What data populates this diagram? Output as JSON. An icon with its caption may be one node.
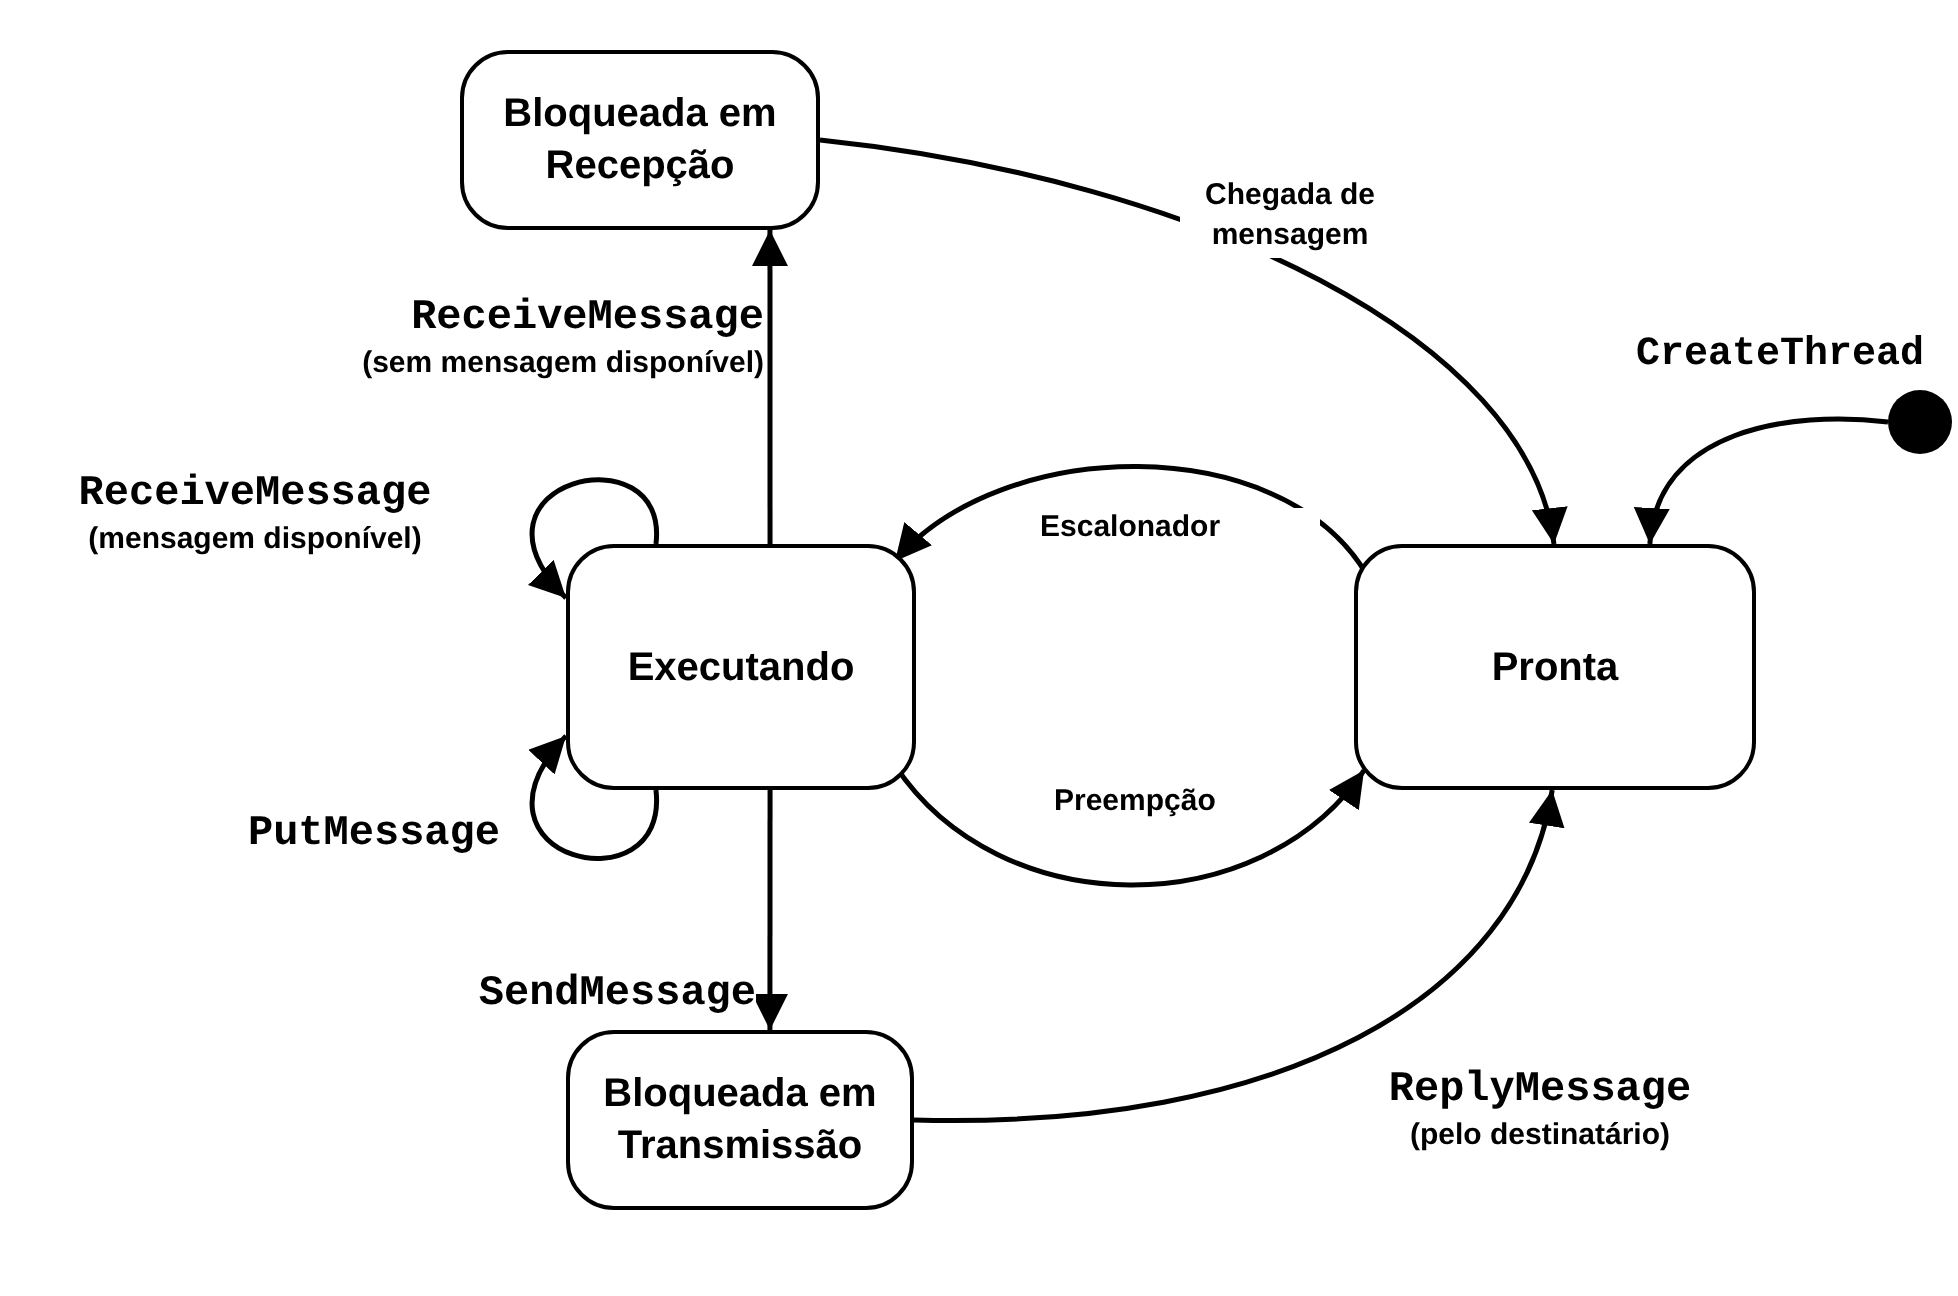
{
  "diagram": {
    "nodes": [
      {
        "text": [
          "Bloqueada em Recepção"
        ]
      },
      {
        "text": [
          "Executando"
        ]
      },
      {
        "text": [
          "Pronta"
        ]
      },
      {
        "text": [
          "Bloqueada em Transmissão"
        ]
      },
      {
        "text": [],
        "shape": "circle",
        "beside": [
          "CreateThread"
        ]
      }
    ],
    "edges": [
      {
        "from": 1,
        "to": 0,
        "arrow": "to",
        "label": "ReceiveMessage (sem mensagem disponível)"
      },
      {
        "from": 0,
        "to": 2,
        "arrow": "to",
        "label": "Chegada de mensagem"
      },
      {
        "from": 4,
        "to": 2,
        "arrow": "to"
      },
      {
        "from": 1,
        "to": 1,
        "arrow": "to",
        "label": "ReceiveMessage (mensagem disponível)"
      },
      {
        "from": 1,
        "to": 1,
        "arrow": "to",
        "label": "PutMessage"
      },
      {
        "from": 2,
        "to": 1,
        "arrow": "to",
        "label": "Escalonador"
      },
      {
        "from": 1,
        "to": 2,
        "arrow": "to",
        "label": "Preempção"
      },
      {
        "from": 1,
        "to": 3,
        "arrow": "to",
        "label": "SendMessage"
      },
      {
        "from": 3,
        "to": 2,
        "arrow": "to",
        "label": "ReplyMessage (pelo destinatário)"
      }
    ]
  }
}
